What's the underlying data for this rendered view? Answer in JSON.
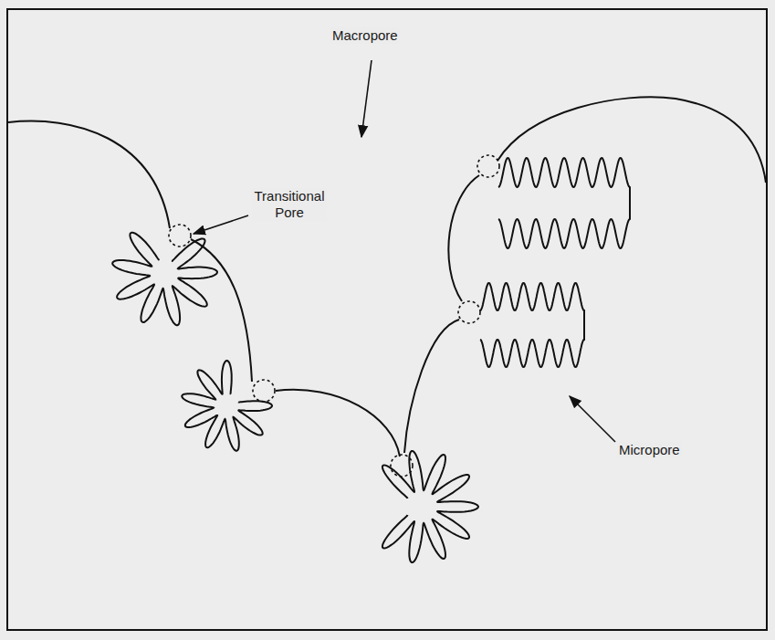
{
  "diagram": {
    "labels": [
      "Macropore",
      "Transitional Pore",
      "Micropore"
    ]
  }
}
